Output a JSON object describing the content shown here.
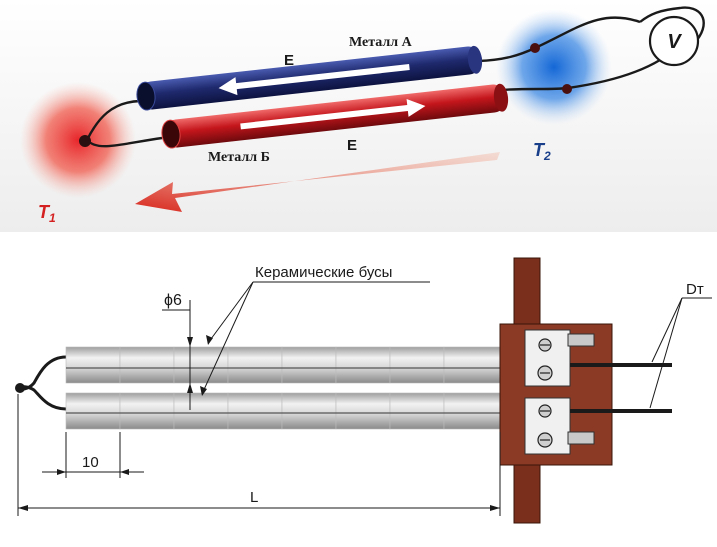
{
  "top": {
    "metal_a": "Металл А",
    "metal_b": "Металл Б",
    "e_upper": "E",
    "e_lower": "E",
    "t1_base": "T",
    "t1_sub": "1",
    "t2_base": "T",
    "t2_sub": "2",
    "voltmeter": "V",
    "colors": {
      "hot": "#e8262b",
      "cold": "#1a73d9",
      "rod_a": "#1f2a6e",
      "rod_b": "#c4161c",
      "arrow": "#ffffff"
    }
  },
  "bottom": {
    "beads_label": "Керамические бусы",
    "diameter_symbol": "ϕ",
    "diameter_value": "6",
    "dt_label": "Dт",
    "dim_10": "10",
    "dim_L": "L",
    "colors": {
      "flange": "#8b3a26",
      "bead": "#d9d9d9",
      "bead_shade": "#9a9a9a"
    }
  }
}
